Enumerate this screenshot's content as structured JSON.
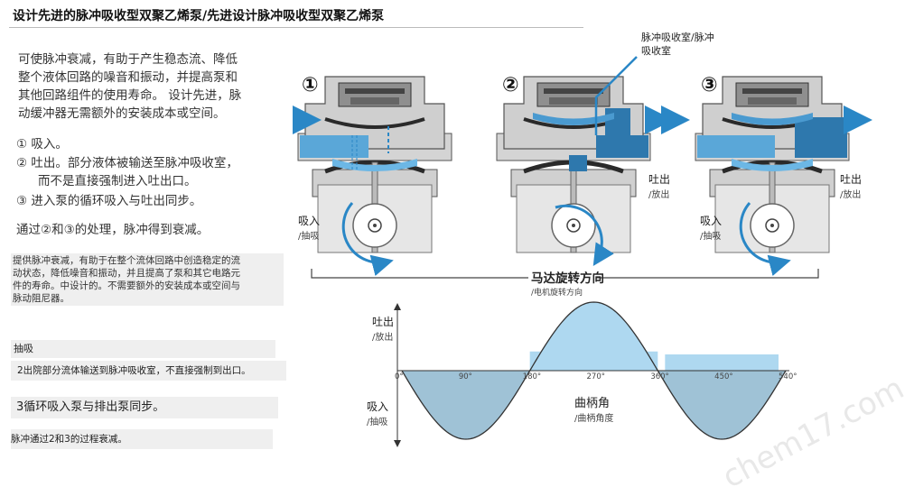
{
  "title": "设计先进的脉冲吸收型双聚乙烯泵/先进设计脉冲吸收型双聚乙烯泵",
  "intro": [
    "可使脉冲衰减，有助于产生稳态流、降低",
    "整个液体回路的噪音和振动，并提高泵和",
    "其他回路组件的使用寿命。 设计先进，脉",
    "动缓冲器无需额外的安装成本或空间。"
  ],
  "steps": [
    "① 吸入。",
    "② 吐出。部分液体被输送至脉冲吸收室，",
    "而不是直接强制进入吐出口。",
    "③ 进入泵的循环吸入与吐出同步。"
  ],
  "summary": "通过②和③的处理，脉冲得到衰减。",
  "alt_paragraph": [
    "提供脉冲衰减，有助于在整个流体回路中创造稳定的流",
    "动状态，降低噪音和振动，并且提高了泵和其它电路元",
    "件的寿命。中设计的。不需要额外的安装成本或空间与",
    "脉动阻尼器。"
  ],
  "alt_suction": "抽吸",
  "alt_step2": "2出院部分流体输送到脉冲吸收室，不直接强制到出口。",
  "alt_step3": "3循环吸入泵与排出泵同步。",
  "alt_summary": "脉冲通过2和3的过程衰减。",
  "diagram": {
    "step_numbers": [
      "①",
      "②",
      "③"
    ],
    "chamber_label": [
      "脉冲吸收室/脉冲",
      "吸收室"
    ],
    "discharge": "吐出",
    "discharge_sub": "/放出",
    "suction": "吸入",
    "suction_sub": "/抽吸",
    "motor_direction": "马达旋转方向",
    "motor_direction_sub": "/电机旋转方向"
  },
  "chart_data": {
    "type": "area",
    "x": [
      0,
      90,
      180,
      270,
      360,
      450,
      540
    ],
    "x_tick_labels": [
      "0°",
      "90°",
      "180°",
      "270°",
      "360°",
      "450°",
      "540°"
    ],
    "xlabel": "曲柄角",
    "xlabel_sub": "/曲柄角度",
    "y_top_label": "吐出",
    "y_top_sub": "/放出",
    "y_bottom_label": "吸入",
    "y_bottom_sub": "/抽吸",
    "suction_lobes": [
      [
        0,
        180
      ],
      [
        360,
        540
      ]
    ],
    "discharge_lobe": [
      180,
      360
    ],
    "colors": {
      "suction": "#9fc2d6",
      "discharge": "#aed8f0",
      "stroke": "#333333"
    }
  },
  "watermark": "chem17.com"
}
